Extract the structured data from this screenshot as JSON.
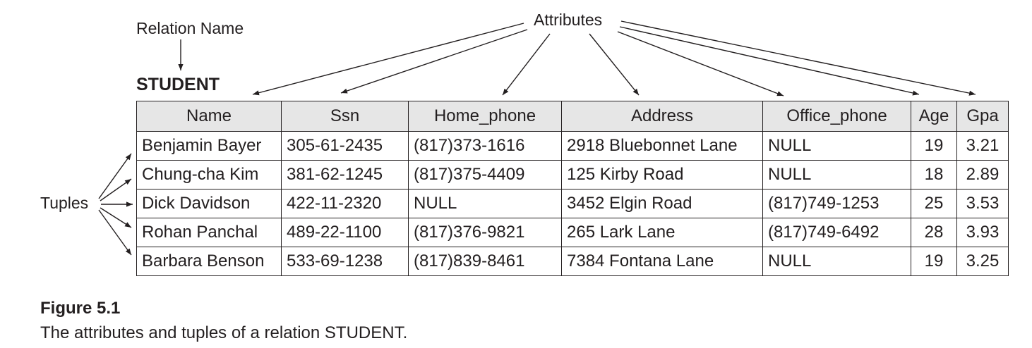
{
  "labels": {
    "relation_name": "Relation Name",
    "attributes": "Attributes",
    "tuples": "Tuples"
  },
  "relation": {
    "name": "STUDENT",
    "columns": [
      "Name",
      "Ssn",
      "Home_phone",
      "Address",
      "Office_phone",
      "Age",
      "Gpa"
    ],
    "rows": [
      [
        "Benjamin Bayer",
        "305-61-2435",
        "(817)373-1616",
        "2918 Bluebonnet Lane",
        "NULL",
        "19",
        "3.21"
      ],
      [
        "Chung-cha Kim",
        "381-62-1245",
        "(817)375-4409",
        "125 Kirby Road",
        "NULL",
        "18",
        "2.89"
      ],
      [
        "Dick Davidson",
        "422-11-2320",
        "NULL",
        "3452 Elgin Road",
        "(817)749-1253",
        "25",
        "3.53"
      ],
      [
        "Rohan Panchal",
        "489-22-1100",
        "(817)376-9821",
        "265 Lark Lane",
        "(817)749-6492",
        "28",
        "3.93"
      ],
      [
        "Barbara Benson",
        "533-69-1238",
        "(817)839-8461",
        "7384 Fontana Lane",
        "NULL",
        "19",
        "3.25"
      ]
    ]
  },
  "caption": {
    "number": "Figure 5.1",
    "text": "The attributes and tuples of a relation STUDENT."
  },
  "colors": {
    "ink": "#231f20",
    "header_fill": "#e6e6e6"
  }
}
